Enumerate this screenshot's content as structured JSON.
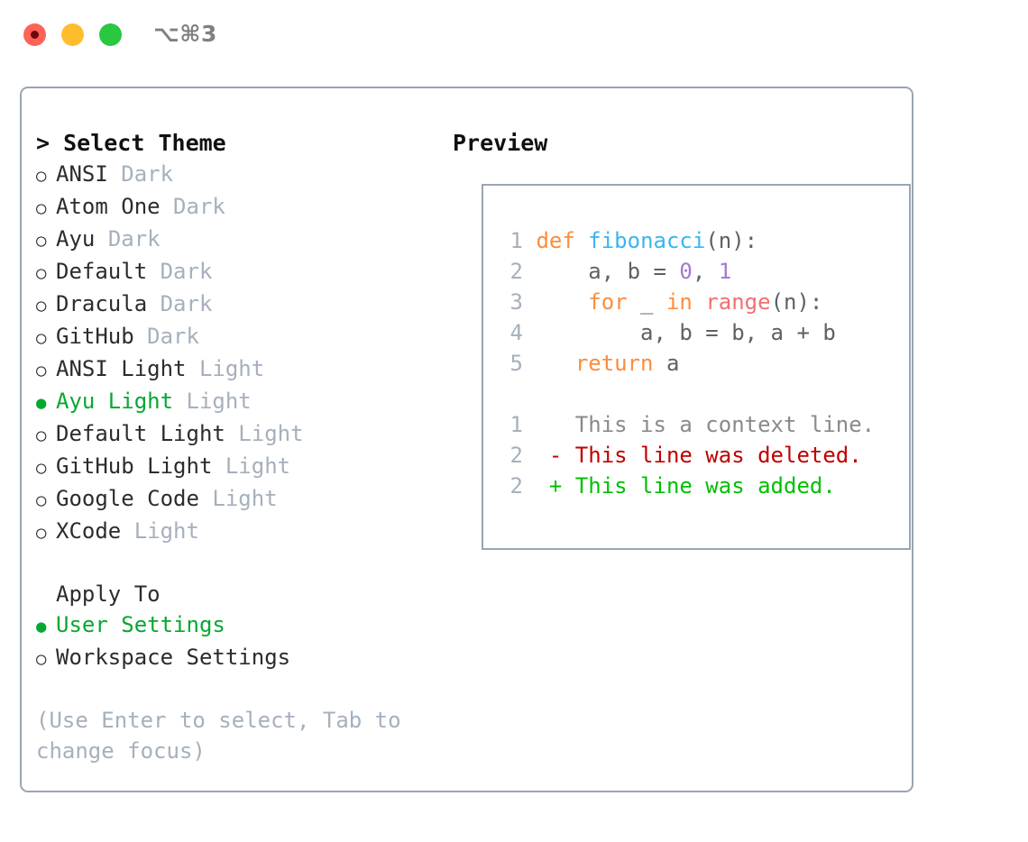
{
  "titlebar": {
    "shortcut": "⌥⌘3",
    "lights": [
      {
        "name": "close-button-red",
        "color": "#ff6259"
      },
      {
        "name": "minimize-button-yellow",
        "color": "#ffbd2e"
      },
      {
        "name": "maximize-button-green",
        "color": "#28c840"
      }
    ]
  },
  "left": {
    "heading": "> Select Theme",
    "themes": [
      {
        "name": "ANSI",
        "tag": "Dark",
        "selected": false
      },
      {
        "name": "Atom One",
        "tag": "Dark",
        "selected": false
      },
      {
        "name": "Ayu",
        "tag": "Dark",
        "selected": false
      },
      {
        "name": "Default",
        "tag": "Dark",
        "selected": false
      },
      {
        "name": "Dracula",
        "tag": "Dark",
        "selected": false
      },
      {
        "name": "GitHub",
        "tag": "Dark",
        "selected": false
      },
      {
        "name": "ANSI Light",
        "tag": "Light",
        "selected": false
      },
      {
        "name": "Ayu Light",
        "tag": "Light",
        "selected": true
      },
      {
        "name": "Default Light",
        "tag": "Light",
        "selected": false
      },
      {
        "name": "GitHub Light",
        "tag": "Light",
        "selected": false
      },
      {
        "name": "Google Code",
        "tag": "Light",
        "selected": false
      },
      {
        "name": "XCode",
        "tag": "Light",
        "selected": false
      }
    ],
    "apply_to_header": "Apply To",
    "apply_to": [
      {
        "name": "User Settings",
        "selected": true
      },
      {
        "name": "Workspace Settings",
        "selected": false
      }
    ],
    "hint": "(Use Enter to select, Tab to change focus)"
  },
  "right": {
    "preview_title": "Preview",
    "code_lines": [
      {
        "n": "1",
        "tokens": [
          {
            "t": "def",
            "c": "kw"
          },
          {
            "t": " ",
            "c": "pl"
          },
          {
            "t": "fibonacci",
            "c": "fn"
          },
          {
            "t": "(n):",
            "c": "pl"
          }
        ]
      },
      {
        "n": "2",
        "tokens": [
          {
            "t": "    a, b = ",
            "c": "pl"
          },
          {
            "t": "0",
            "c": "num"
          },
          {
            "t": ", ",
            "c": "pl"
          },
          {
            "t": "1",
            "c": "num"
          }
        ]
      },
      {
        "n": "3",
        "tokens": [
          {
            "t": "    ",
            "c": "pl"
          },
          {
            "t": "for",
            "c": "kw"
          },
          {
            "t": " _ ",
            "c": "pl"
          },
          {
            "t": "in",
            "c": "kw"
          },
          {
            "t": " ",
            "c": "pl"
          },
          {
            "t": "range",
            "c": "bi"
          },
          {
            "t": "(n):",
            "c": "pl"
          }
        ]
      },
      {
        "n": "4",
        "tokens": [
          {
            "t": "        a, b = b, a + b",
            "c": "pl"
          }
        ]
      },
      {
        "n": "5",
        "tokens": [
          {
            "t": "   ",
            "c": "pl"
          },
          {
            "t": "return",
            "c": "kw"
          },
          {
            "t": " a",
            "c": "pl"
          }
        ]
      }
    ],
    "diff_lines": [
      {
        "n": "1",
        "text": "   This is a context line.",
        "kind": "ctx"
      },
      {
        "n": "2",
        "text": " - This line was deleted.",
        "kind": "del"
      },
      {
        "n": "2",
        "text": " + This line was added.",
        "kind": "add"
      }
    ]
  },
  "colors": {
    "accent_green": "#06a830",
    "muted": "#a6b0bd",
    "border": "#9aa5b4",
    "keyword": "#fa8d3e",
    "function": "#3ab5f0",
    "number": "#a37acc",
    "builtin": "#f07171",
    "plain": "#5c6166",
    "diff_deleted": "#c00000",
    "diff_added": "#00c000"
  }
}
